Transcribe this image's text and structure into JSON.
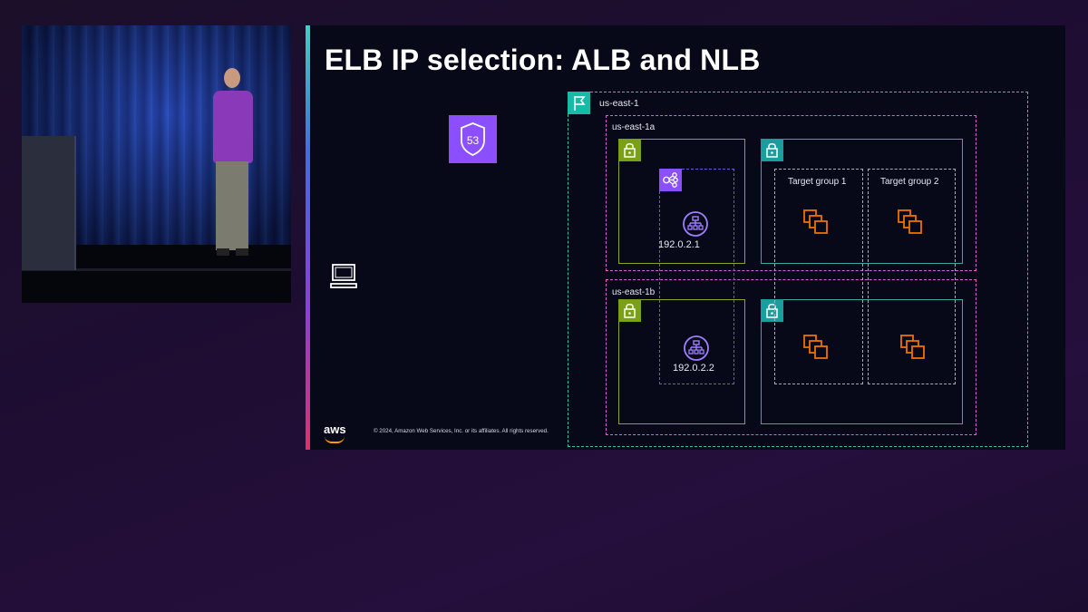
{
  "slide": {
    "title": "ELB IP selection: ALB and NLB",
    "footer_logo": "aws",
    "copyright": "© 2024, Amazon Web Services, Inc. or its affiliates. All rights reserved."
  },
  "icons": {
    "route53_badge": "53",
    "route53": "route53-icon",
    "client": "laptop-icon",
    "region": "flag-icon",
    "subnet": "lock-icon",
    "lb_node": "load-balancer-icon",
    "elb": "elb-icon",
    "target": "instances-icon"
  },
  "diagram": {
    "region_label": "us-east-1",
    "az1_label": "us-east-1a",
    "az2_label": "us-east-1b",
    "tg1_label": "Target group 1",
    "tg2_label": "Target group 2",
    "ip1": "192.0.2.1",
    "ip2": "192.0.2.2"
  },
  "colors": {
    "region": "#39c0a8",
    "az": "#d963d0",
    "public_subnet": "#8fa12a",
    "private_subnet": "#3aa8a8",
    "elb": "#8c4fff",
    "targets": "#ed7100"
  }
}
